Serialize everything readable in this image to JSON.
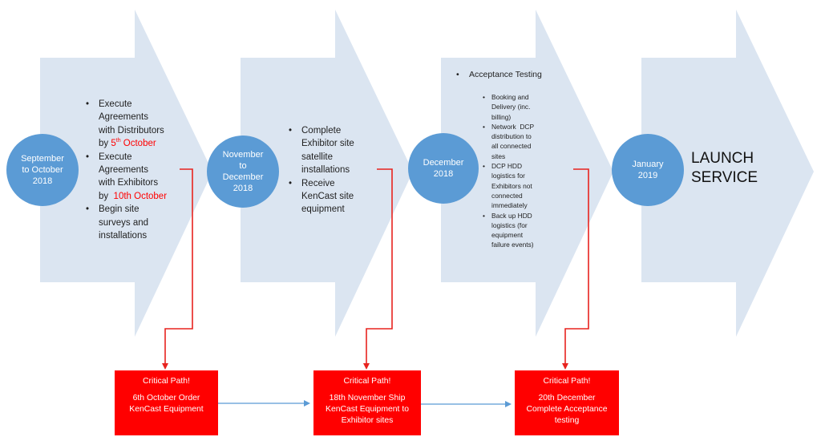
{
  "colors": {
    "arrow": "#dbe5f1",
    "circle": "#5b9bd5",
    "critical": "#ff0000",
    "connector": "#5b9bd5",
    "leader": "#e8231f"
  },
  "phases": [
    {
      "circle_lines": [
        "September",
        "to October",
        "2018"
      ]
    },
    {
      "circle_lines": [
        "November",
        "to",
        "December",
        "2018"
      ]
    },
    {
      "circle_lines": [
        "December",
        "2018"
      ]
    },
    {
      "circle_lines": [
        "January",
        "2019"
      ]
    }
  ],
  "phase1": {
    "b1_l1": "Execute",
    "b1_l2": "Agreements",
    "b1_l3": "with Distributors",
    "b1_l4_pre": "by ",
    "b1_l4_num": "5",
    "b1_l4_sup": "th",
    "b1_l4_post": " October",
    "b2_l1": "Execute",
    "b2_l2": "Agreements",
    "b2_l3": "with Exhibitors",
    "b2_l4_pre": "by  ",
    "b2_l4_red": "10th October",
    "b3_l1": "Begin site",
    "b3_l2": "surveys and",
    "b3_l3": "installations"
  },
  "phase2": {
    "b1_l1": "Complete",
    "b1_l2": "Exhibitor site",
    "b1_l3": "satellite",
    "b1_l4": "installations",
    "b2_l1": "Receive",
    "b2_l2": "KenCast site",
    "b2_l3": "equipment"
  },
  "phase3": {
    "main": "Acceptance Testing",
    "sub": [
      [
        "Booking and",
        "Delivery (inc.",
        "billing)"
      ],
      [
        "Network  DCP",
        "distribution to",
        "all connected",
        "sites"
      ],
      [
        "DCP HDD",
        "logistics for",
        "Exhibitors not",
        "connected",
        "immediately"
      ],
      [
        "Back up HDD",
        "logistics (for",
        "equipment",
        "failure events)"
      ]
    ]
  },
  "launch": {
    "line1": "LAUNCH",
    "line2": "SERVICE"
  },
  "critical": [
    {
      "title": "Critical Path!",
      "line1": "6th October Order",
      "line2": "KenCast Equipment",
      "line3": ""
    },
    {
      "title": "Critical Path!",
      "line1": "18th November Ship",
      "line2": "KenCast Equipment to",
      "line3": "Exhibitor sites"
    },
    {
      "title": "Critical Path!",
      "line1": "20th December",
      "line2": "Complete Acceptance",
      "line3": "testing"
    }
  ]
}
